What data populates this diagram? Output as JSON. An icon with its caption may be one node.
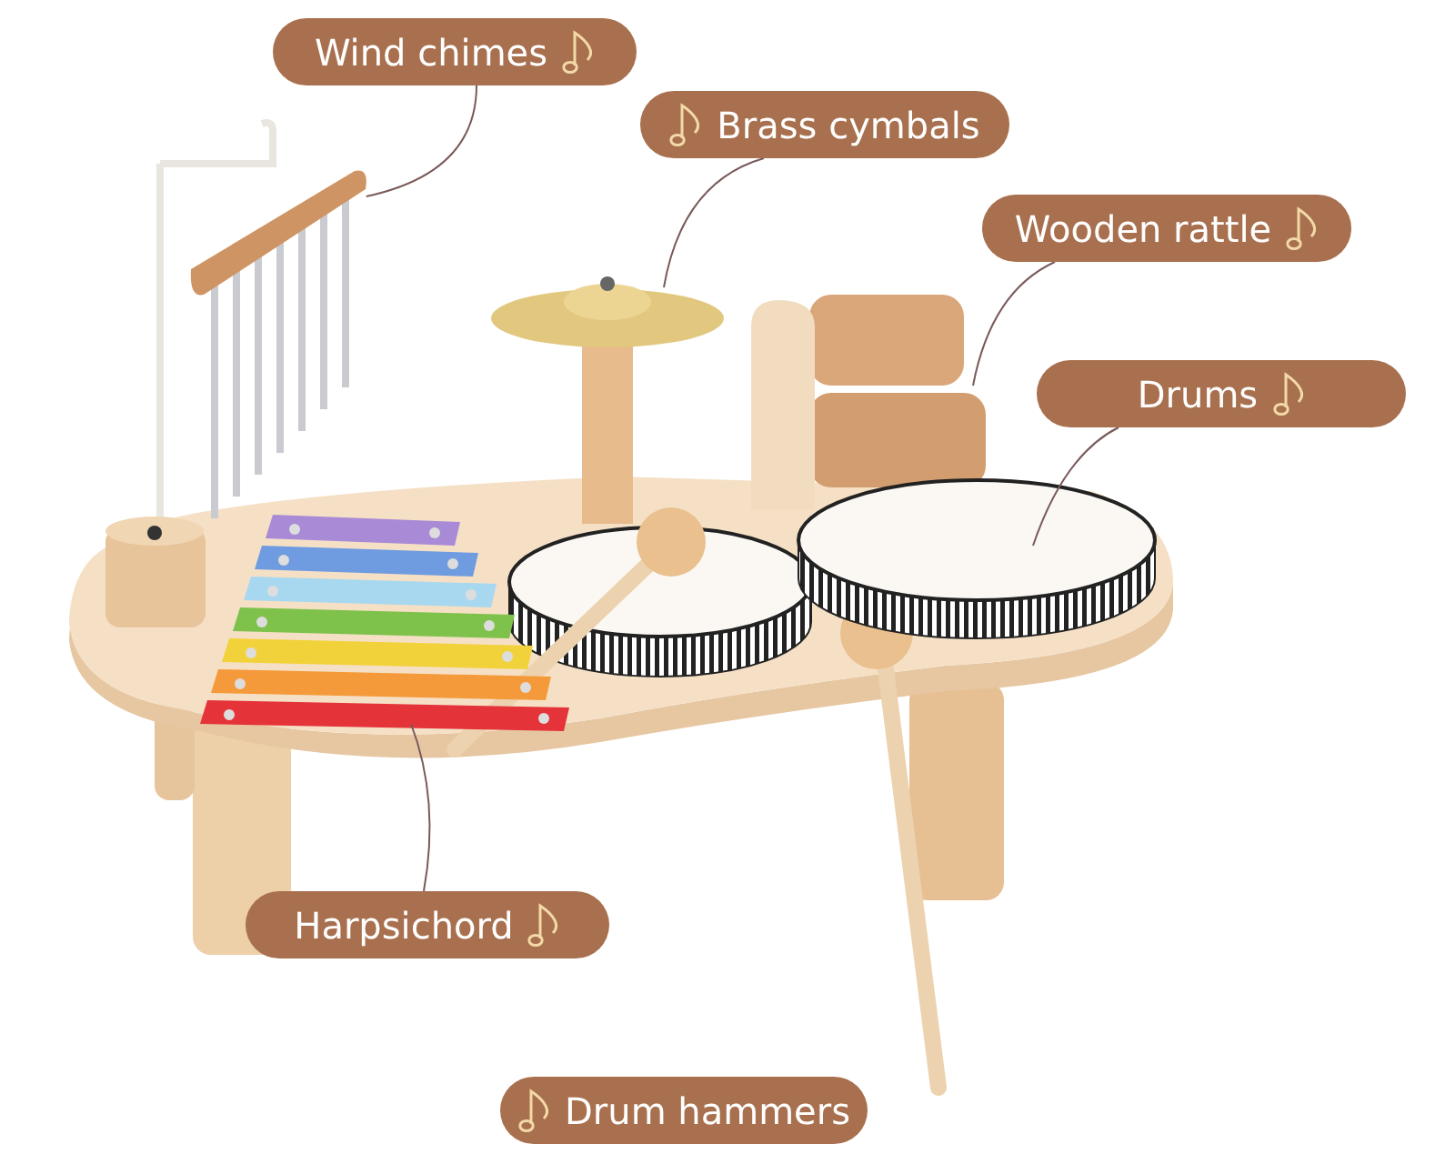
{
  "diagram": {
    "nodes": [
      {
        "text": [
          "Wind chimes"
        ]
      },
      {
        "text": [
          "Brass cymbals"
        ]
      },
      {
        "text": [
          "Wooden rattle"
        ]
      },
      {
        "text": [
          "Drums"
        ]
      },
      {
        "text": [
          "Harpsichord"
        ]
      },
      {
        "text": [
          "Drum hammers"
        ]
      },
      {
        "text": [],
        "shape": "picture"
      },
      {
        "text": [],
        "shape": "picture"
      },
      {
        "text": [],
        "shape": "picture"
      },
      {
        "text": [],
        "shape": "cylinder"
      },
      {
        "text": [],
        "shape": "picture"
      }
    ],
    "edges": [
      {
        "from": 0,
        "to": 6,
        "arrow": "none"
      },
      {
        "from": 1,
        "to": 7,
        "arrow": "none"
      },
      {
        "from": 2,
        "to": 8,
        "arrow": "none"
      },
      {
        "from": 3,
        "to": 9,
        "arrow": "none"
      },
      {
        "from": 4,
        "to": 10,
        "arrow": "none"
      }
    ]
  }
}
